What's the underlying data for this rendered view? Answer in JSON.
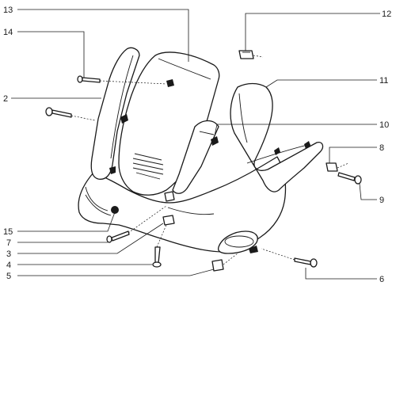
{
  "callouts": [
    {
      "id": "c13",
      "number": "13"
    },
    {
      "id": "c14",
      "number": "14"
    },
    {
      "id": "c2",
      "number": "2"
    },
    {
      "id": "c12",
      "number": "12"
    },
    {
      "id": "c11",
      "number": "11"
    },
    {
      "id": "c10",
      "number": "10"
    },
    {
      "id": "c8",
      "number": "8"
    },
    {
      "id": "c9",
      "number": "9"
    },
    {
      "id": "c15",
      "number": "15"
    },
    {
      "id": "c7",
      "number": "7"
    },
    {
      "id": "c3",
      "number": "3"
    },
    {
      "id": "c4",
      "number": "4"
    },
    {
      "id": "c5",
      "number": "5"
    },
    {
      "id": "c6",
      "number": "6"
    }
  ]
}
